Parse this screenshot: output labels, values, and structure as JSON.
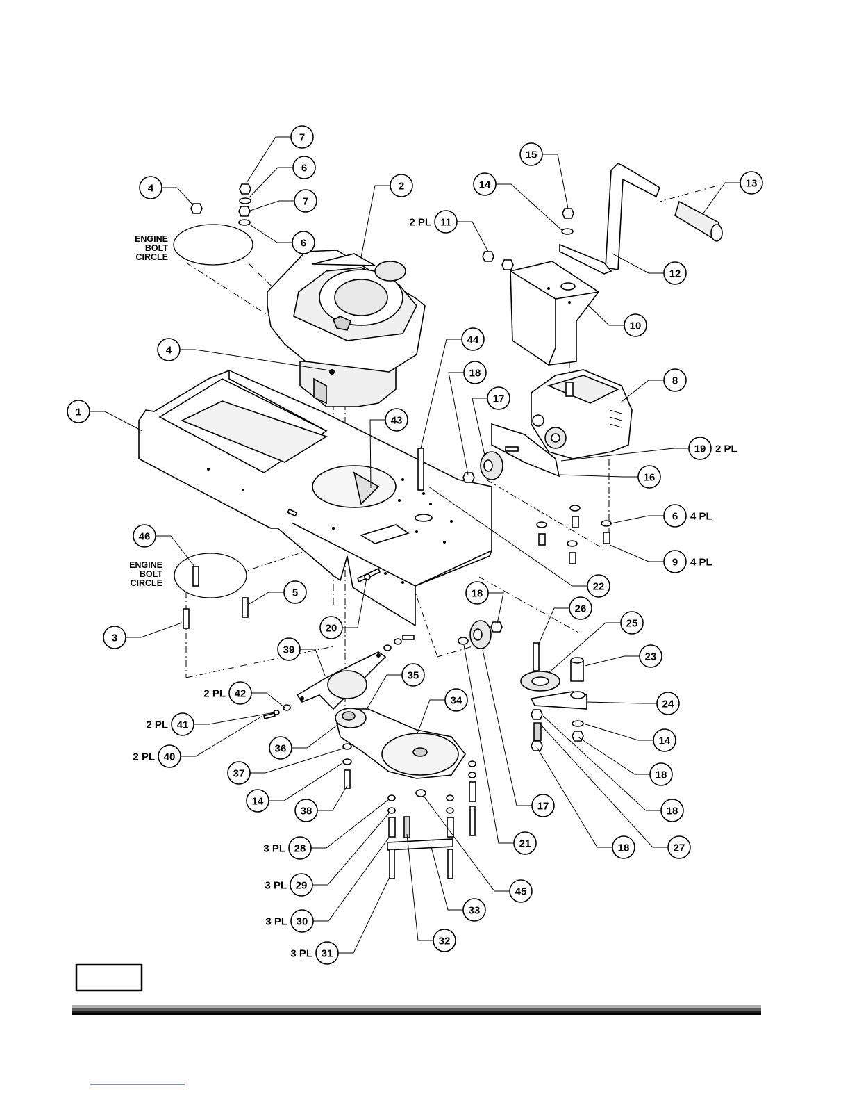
{
  "callouts": [
    {
      "n": "1",
      "label": ""
    },
    {
      "n": "2",
      "label": ""
    },
    {
      "n": "3",
      "label": ""
    },
    {
      "n": "4",
      "label": ""
    },
    {
      "n": "4",
      "label": ""
    },
    {
      "n": "5",
      "label": ""
    },
    {
      "n": "6",
      "label": ""
    },
    {
      "n": "6",
      "label": ""
    },
    {
      "n": "6",
      "label": "4 PL"
    },
    {
      "n": "7",
      "label": ""
    },
    {
      "n": "7",
      "label": ""
    },
    {
      "n": "8",
      "label": ""
    },
    {
      "n": "9",
      "label": "4 PL"
    },
    {
      "n": "10",
      "label": ""
    },
    {
      "n": "11",
      "label": "2 PL"
    },
    {
      "n": "12",
      "label": ""
    },
    {
      "n": "13",
      "label": ""
    },
    {
      "n": "14",
      "label": ""
    },
    {
      "n": "14",
      "label": ""
    },
    {
      "n": "14",
      "label": ""
    },
    {
      "n": "15",
      "label": ""
    },
    {
      "n": "16",
      "label": ""
    },
    {
      "n": "17",
      "label": ""
    },
    {
      "n": "17",
      "label": ""
    },
    {
      "n": "18",
      "label": ""
    },
    {
      "n": "18",
      "label": ""
    },
    {
      "n": "18",
      "label": ""
    },
    {
      "n": "18",
      "label": ""
    },
    {
      "n": "18",
      "label": ""
    },
    {
      "n": "19",
      "label": "2 PL"
    },
    {
      "n": "20",
      "label": ""
    },
    {
      "n": "21",
      "label": ""
    },
    {
      "n": "22",
      "label": ""
    },
    {
      "n": "23",
      "label": ""
    },
    {
      "n": "24",
      "label": ""
    },
    {
      "n": "25",
      "label": ""
    },
    {
      "n": "26",
      "label": ""
    },
    {
      "n": "27",
      "label": ""
    },
    {
      "n": "28",
      "label": "3 PL"
    },
    {
      "n": "29",
      "label": "3 PL"
    },
    {
      "n": "30",
      "label": "3 PL"
    },
    {
      "n": "31",
      "label": "3 PL"
    },
    {
      "n": "32",
      "label": ""
    },
    {
      "n": "33",
      "label": ""
    },
    {
      "n": "34",
      "label": ""
    },
    {
      "n": "35",
      "label": ""
    },
    {
      "n": "36",
      "label": ""
    },
    {
      "n": "37",
      "label": ""
    },
    {
      "n": "38",
      "label": ""
    },
    {
      "n": "39",
      "label": ""
    },
    {
      "n": "40",
      "label": "2 PL"
    },
    {
      "n": "41",
      "label": "2 PL"
    },
    {
      "n": "42",
      "label": "2 PL"
    },
    {
      "n": "43",
      "label": ""
    },
    {
      "n": "44",
      "label": ""
    },
    {
      "n": "45",
      "label": ""
    },
    {
      "n": "46",
      "label": ""
    }
  ],
  "engine_bolt_circle_top": [
    "ENGINE",
    "BOLT",
    "CIRCLE"
  ],
  "engine_bolt_circle_bottom": [
    "ENGINE",
    "BOLT",
    "CIRCLE"
  ],
  "page_box_text": ""
}
